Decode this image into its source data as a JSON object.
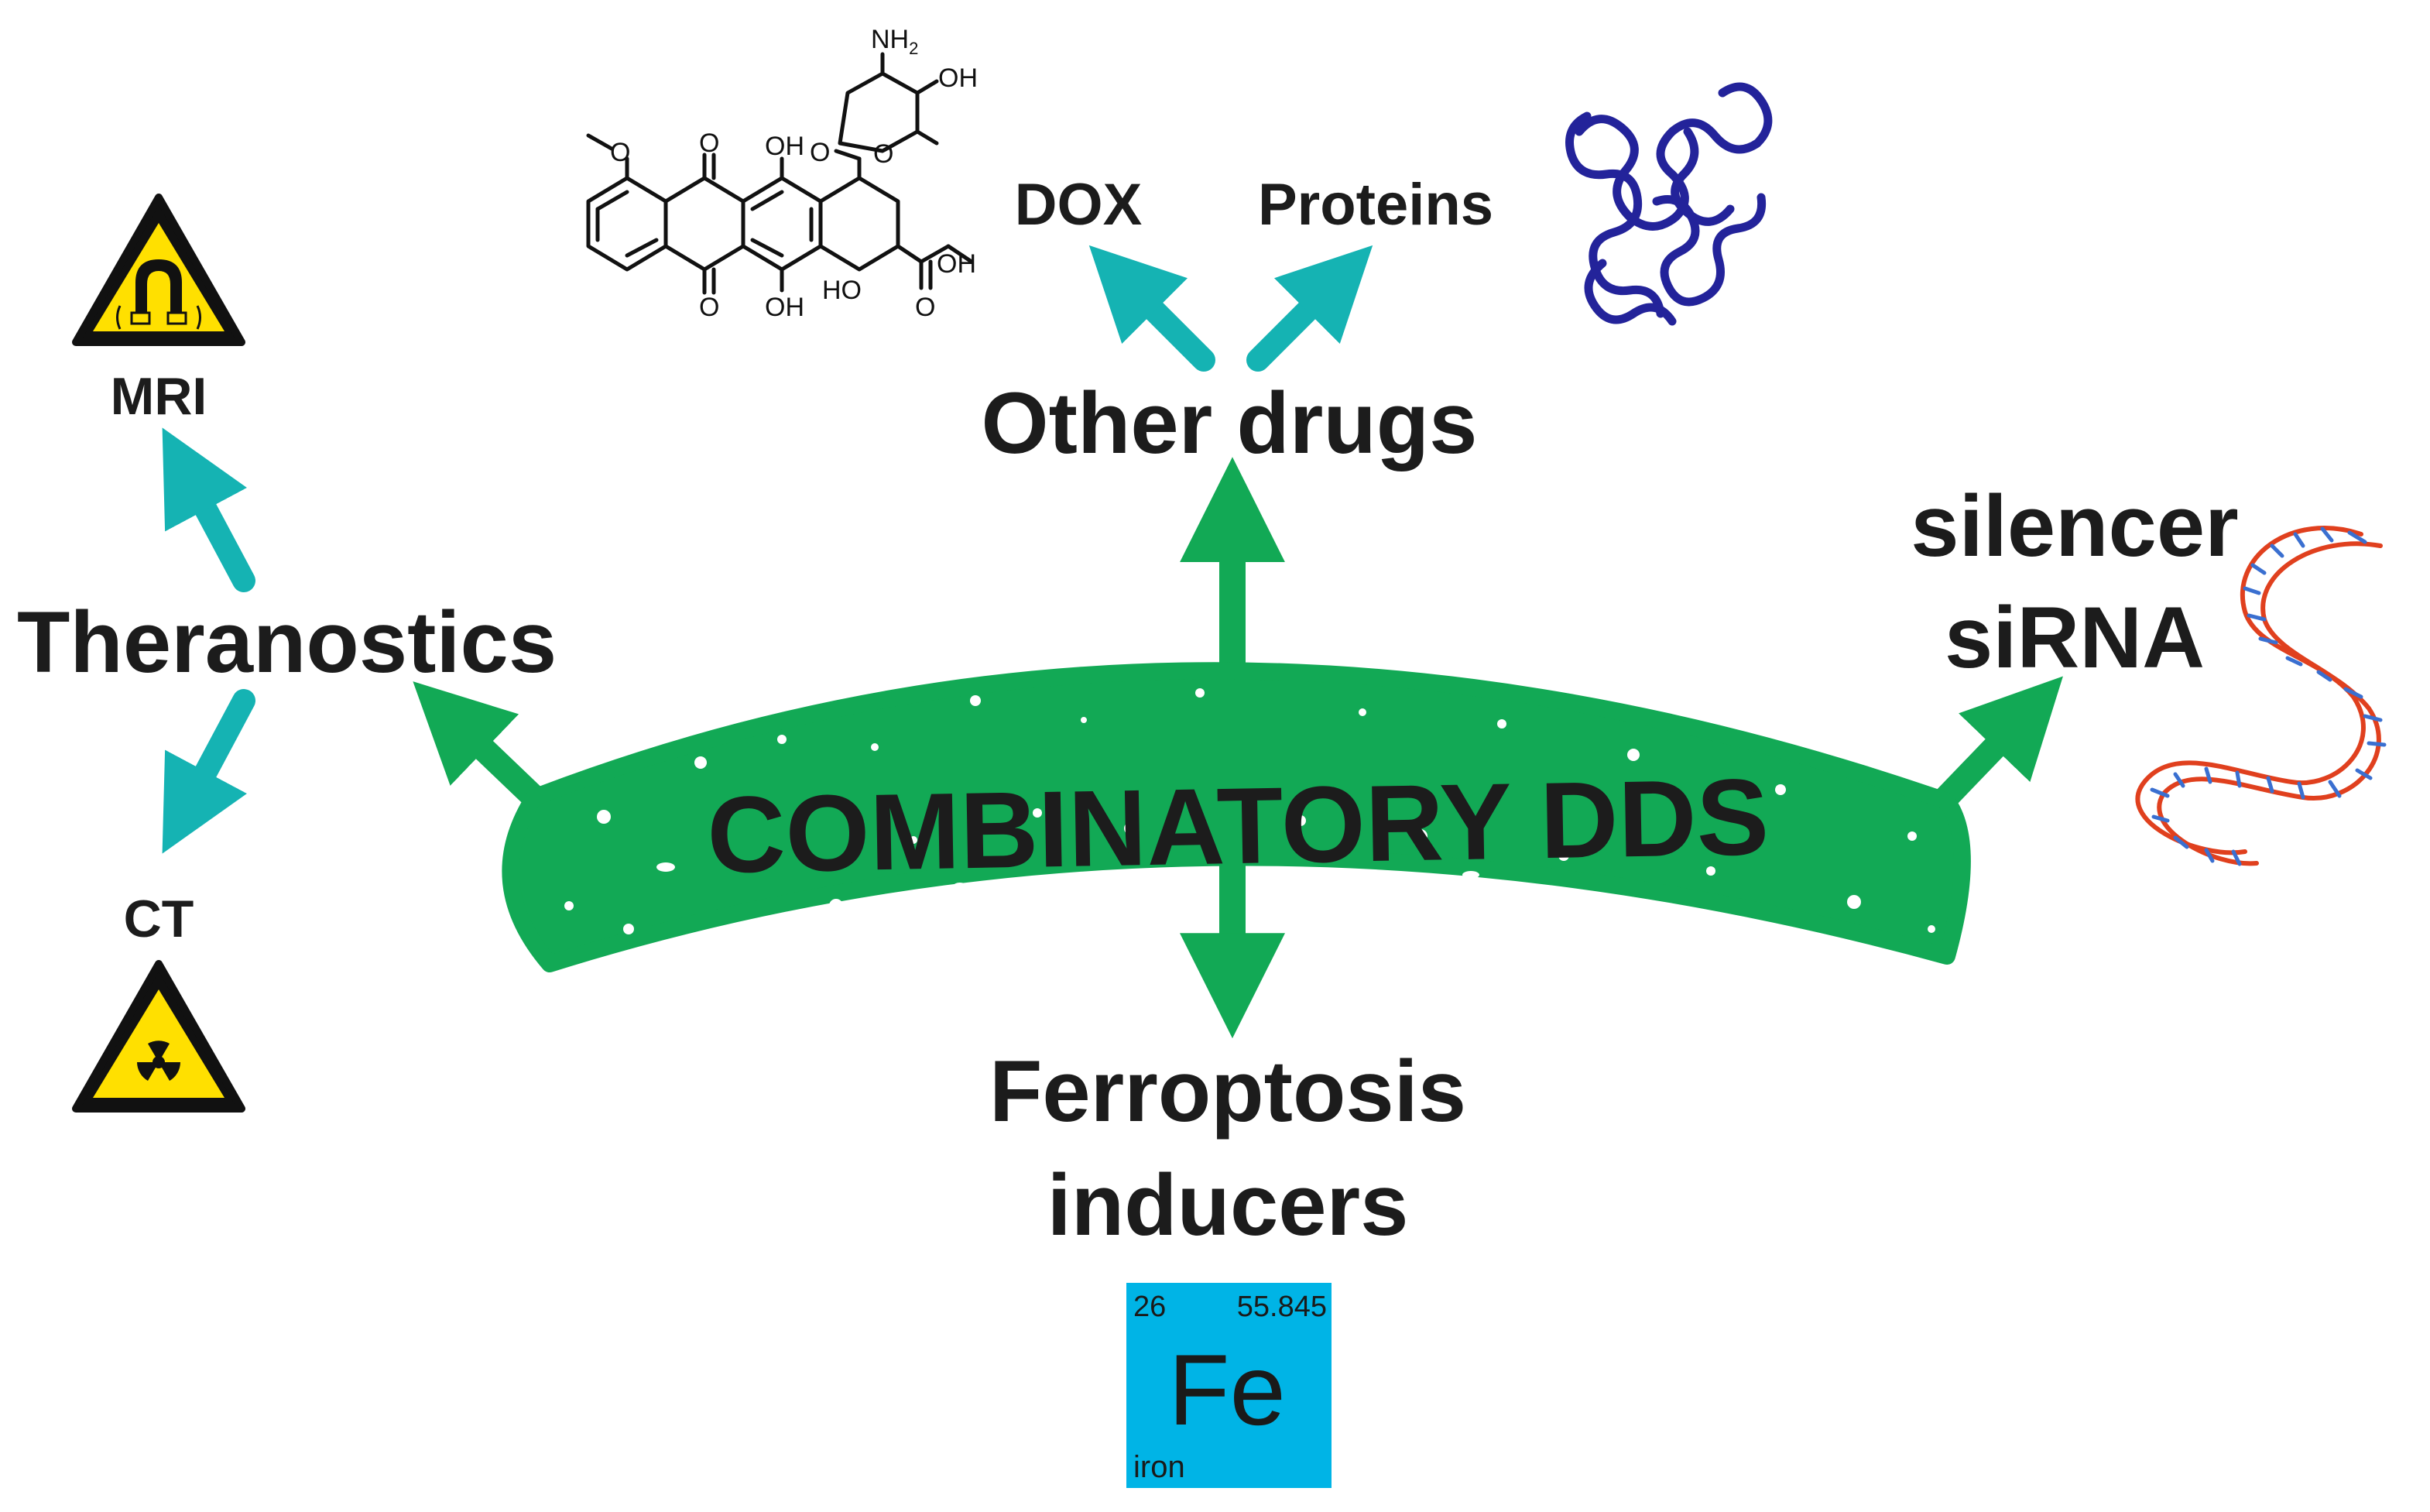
{
  "center": {
    "label": "COMBINATORY DDS"
  },
  "nodes": {
    "theranostics": "Theranostics",
    "mri": "MRI",
    "ct": "CT",
    "other_drugs": "Other drugs",
    "dox": "DOX",
    "proteins": "Proteins",
    "silencer": "silencer",
    "sirna": "siRNA",
    "ferroptosis_1": "Ferroptosis",
    "ferroptosis_2": "inducers"
  },
  "molecule": {
    "nh2_n": "NH",
    "nh2_sub": "2",
    "oh_sugar": "OH",
    "o_ring": "O",
    "o_link": "O",
    "o_methoxy": "O",
    "o_ketone_top": "O",
    "o_ketone_bottom": "O",
    "oh_top": "OH",
    "oh_bottom": "OH",
    "ho_ring": "HO",
    "o_side": "O",
    "oh_side": "OH"
  },
  "iron": {
    "number": "26",
    "mass": "55.845",
    "symbol": "Fe",
    "name": "iron"
  },
  "colors": {
    "green": "#12a955",
    "teal": "#15b3b3",
    "warning_yellow": "#ffe000",
    "protein_blue": "#23239a",
    "dna_red": "#e0401e",
    "dna_blue": "#3a6fd0",
    "iron_cyan": "#00b4e6"
  },
  "icons": [
    "magnet-warning-icon",
    "radiation-warning-icon",
    "protein-icon",
    "dna-helix-icon"
  ]
}
